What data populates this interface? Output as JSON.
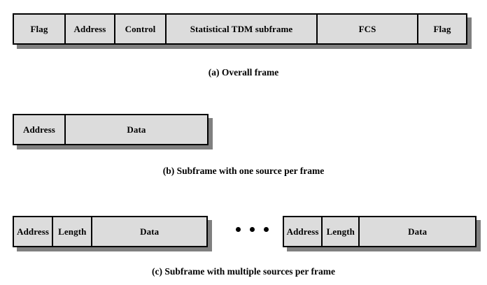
{
  "figure": {
    "background_color": "#ffffff",
    "cell_fill_color": "#dcdcdc",
    "border_color": "#000000",
    "shadow_color": "#808080"
  },
  "panels": [
    {
      "id": "overall-frame",
      "caption": "(a) Overall frame",
      "groups": [
        {
          "id": "overall-frame-group",
          "cells": [
            {
              "label": "Flag"
            },
            {
              "label": "Address"
            },
            {
              "label": "Control"
            },
            {
              "label": "Statistical TDM subframe"
            },
            {
              "label": "FCS"
            },
            {
              "label": "Flag"
            }
          ]
        }
      ]
    },
    {
      "id": "subframe-one-source",
      "caption": "(b) Subframe with one source per frame",
      "groups": [
        {
          "id": "subframe-one-source-group",
          "cells": [
            {
              "label": "Address"
            },
            {
              "label": "Data"
            }
          ]
        }
      ]
    },
    {
      "id": "subframe-multiple-sources",
      "caption": "(c) Subframe with multiple sources per frame",
      "separator": "• • •",
      "groups": [
        {
          "id": "subframe-multi-group-left",
          "cells": [
            {
              "label": "Address"
            },
            {
              "label": "Length"
            },
            {
              "label": "Data"
            }
          ]
        },
        {
          "id": "subframe-multi-group-right",
          "cells": [
            {
              "label": "Address"
            },
            {
              "label": "Length"
            },
            {
              "label": "Data"
            }
          ]
        }
      ]
    }
  ]
}
